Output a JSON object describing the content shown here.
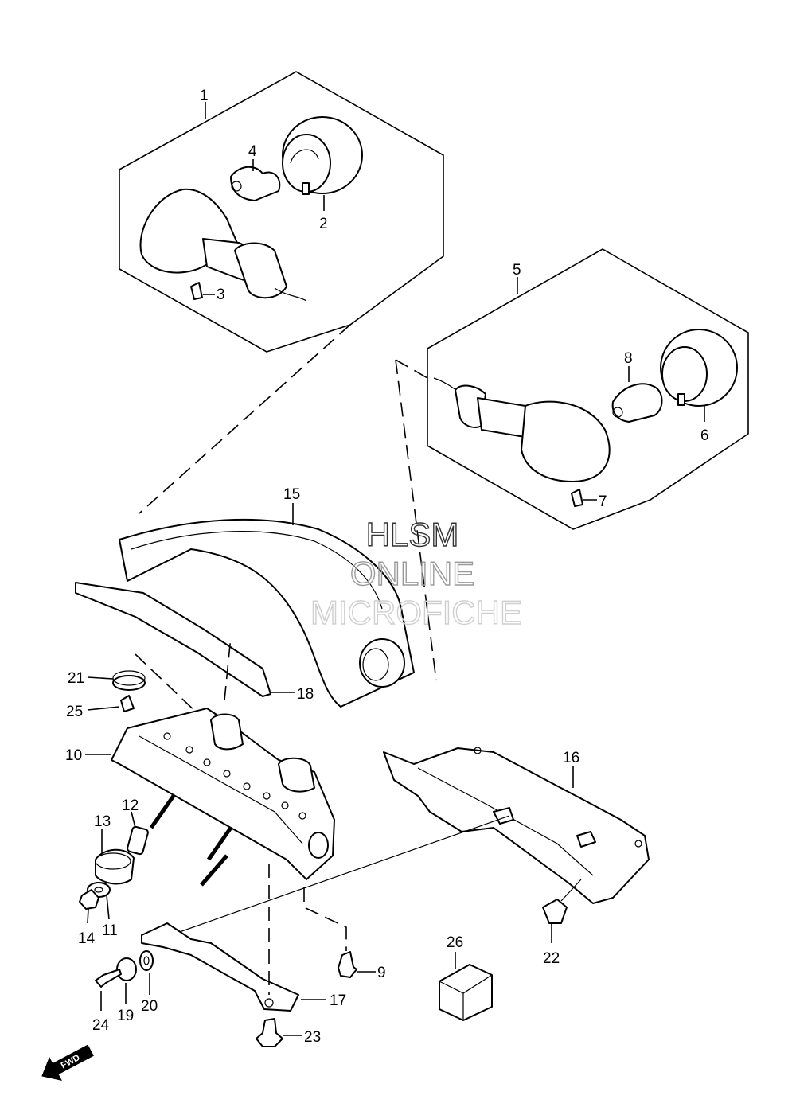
{
  "callouts": [
    {
      "id": "1",
      "text": "1"
    },
    {
      "id": "2",
      "text": "2"
    },
    {
      "id": "3",
      "text": "3"
    },
    {
      "id": "4",
      "text": "4"
    },
    {
      "id": "5",
      "text": "5"
    },
    {
      "id": "6",
      "text": "6"
    },
    {
      "id": "7",
      "text": "7"
    },
    {
      "id": "8",
      "text": "8"
    },
    {
      "id": "9",
      "text": "9"
    },
    {
      "id": "10",
      "text": "10"
    },
    {
      "id": "11",
      "text": "11"
    },
    {
      "id": "12",
      "text": "12"
    },
    {
      "id": "13",
      "text": "13"
    },
    {
      "id": "14",
      "text": "14"
    },
    {
      "id": "15",
      "text": "15"
    },
    {
      "id": "16",
      "text": "16"
    },
    {
      "id": "17",
      "text": "17"
    },
    {
      "id": "18",
      "text": "18"
    },
    {
      "id": "19",
      "text": "19"
    },
    {
      "id": "20",
      "text": "20"
    },
    {
      "id": "21",
      "text": "21"
    },
    {
      "id": "22",
      "text": "22"
    },
    {
      "id": "23",
      "text": "23"
    },
    {
      "id": "24",
      "text": "24"
    },
    {
      "id": "25",
      "text": "25"
    },
    {
      "id": "26",
      "text": "26"
    }
  ],
  "watermark": {
    "line1": "HLSM",
    "line2": "ONLINE",
    "line3": "MICROFICHE",
    "colors": [
      "#333333",
      "#9a9a9a",
      "#cfcfcf"
    ]
  },
  "direction_arrow": {
    "text": "FWD",
    "icon": "fwd-arrow-icon"
  }
}
